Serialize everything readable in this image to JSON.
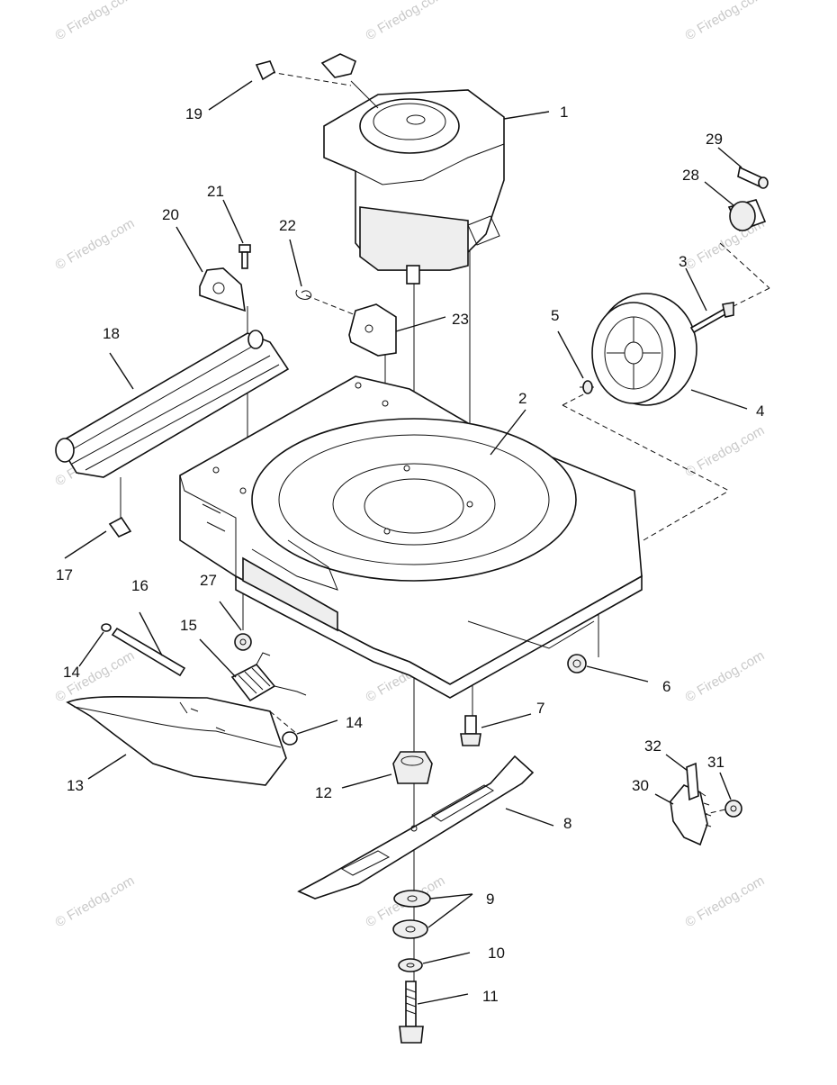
{
  "diagram": {
    "watermark": "© Firedog.com",
    "labels": [
      {
        "key": "1",
        "text": "1"
      },
      {
        "key": "2",
        "text": "2"
      },
      {
        "key": "3",
        "text": "3"
      },
      {
        "key": "4",
        "text": "4"
      },
      {
        "key": "5",
        "text": "5"
      },
      {
        "key": "6",
        "text": "6"
      },
      {
        "key": "7",
        "text": "7"
      },
      {
        "key": "8",
        "text": "8"
      },
      {
        "key": "9",
        "text": "9"
      },
      {
        "key": "10",
        "text": "10"
      },
      {
        "key": "11",
        "text": "11"
      },
      {
        "key": "12",
        "text": "12"
      },
      {
        "key": "13",
        "text": "13"
      },
      {
        "key": "14a",
        "text": "14"
      },
      {
        "key": "14b",
        "text": "14"
      },
      {
        "key": "15",
        "text": "15"
      },
      {
        "key": "16",
        "text": "16"
      },
      {
        "key": "17",
        "text": "17"
      },
      {
        "key": "18",
        "text": "18"
      },
      {
        "key": "19",
        "text": "19"
      },
      {
        "key": "20",
        "text": "20"
      },
      {
        "key": "21",
        "text": "21"
      },
      {
        "key": "22",
        "text": "22"
      },
      {
        "key": "23",
        "text": "23"
      },
      {
        "key": "27",
        "text": "27"
      },
      {
        "key": "28",
        "text": "28"
      },
      {
        "key": "29",
        "text": "29"
      },
      {
        "key": "30",
        "text": "30"
      },
      {
        "key": "31",
        "text": "31"
      },
      {
        "key": "32",
        "text": "32"
      }
    ]
  }
}
